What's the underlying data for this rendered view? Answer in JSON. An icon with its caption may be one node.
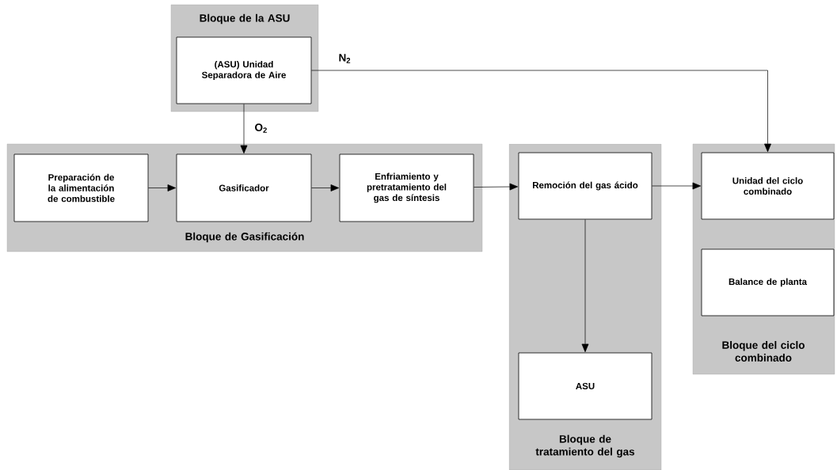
{
  "diagram": {
    "nodes": [
      {
        "text": [
          "Bloque de la ASU"
        ]
      },
      {
        "text": [
          "(ASU) Unidad Separadora de Aire"
        ],
        "in": 0
      },
      {
        "text": [
          "Bloque de Gasificación"
        ]
      },
      {
        "text": [
          "Preparación de la alimentación de combustible"
        ],
        "in": 2
      },
      {
        "text": [
          "Gasificador"
        ],
        "in": 2
      },
      {
        "text": [
          "Enfriamiento y pretratamiento del gas de síntesis"
        ],
        "in": 2
      },
      {
        "text": [
          "Bloque de tratamiento del gas"
        ]
      },
      {
        "text": [
          "Remoción del gas ácido"
        ],
        "in": 6
      },
      {
        "text": [
          "ASU"
        ],
        "in": 6
      },
      {
        "text": [
          "Bloque del ciclo combinado"
        ]
      },
      {
        "text": [
          "Unidad del ciclo combinado"
        ],
        "in": 9
      },
      {
        "text": [
          "Balance de planta"
        ],
        "in": 9
      }
    ],
    "edges": [
      {
        "from": 1,
        "to": 4,
        "arrow": "to",
        "label": "O$_{2}$"
      },
      {
        "from": 1,
        "to": 10,
        "arrow": "to",
        "label": "N$_{2}$"
      },
      {
        "from": 3,
        "to": 4,
        "arrow": "to"
      },
      {
        "from": 4,
        "to": 5,
        "arrow": "to"
      },
      {
        "from": 5,
        "to": 7,
        "arrow": "to"
      },
      {
        "from": 7,
        "to": 10,
        "arrow": "to"
      },
      {
        "from": 7,
        "to": 8,
        "arrow": "to"
      }
    ]
  }
}
